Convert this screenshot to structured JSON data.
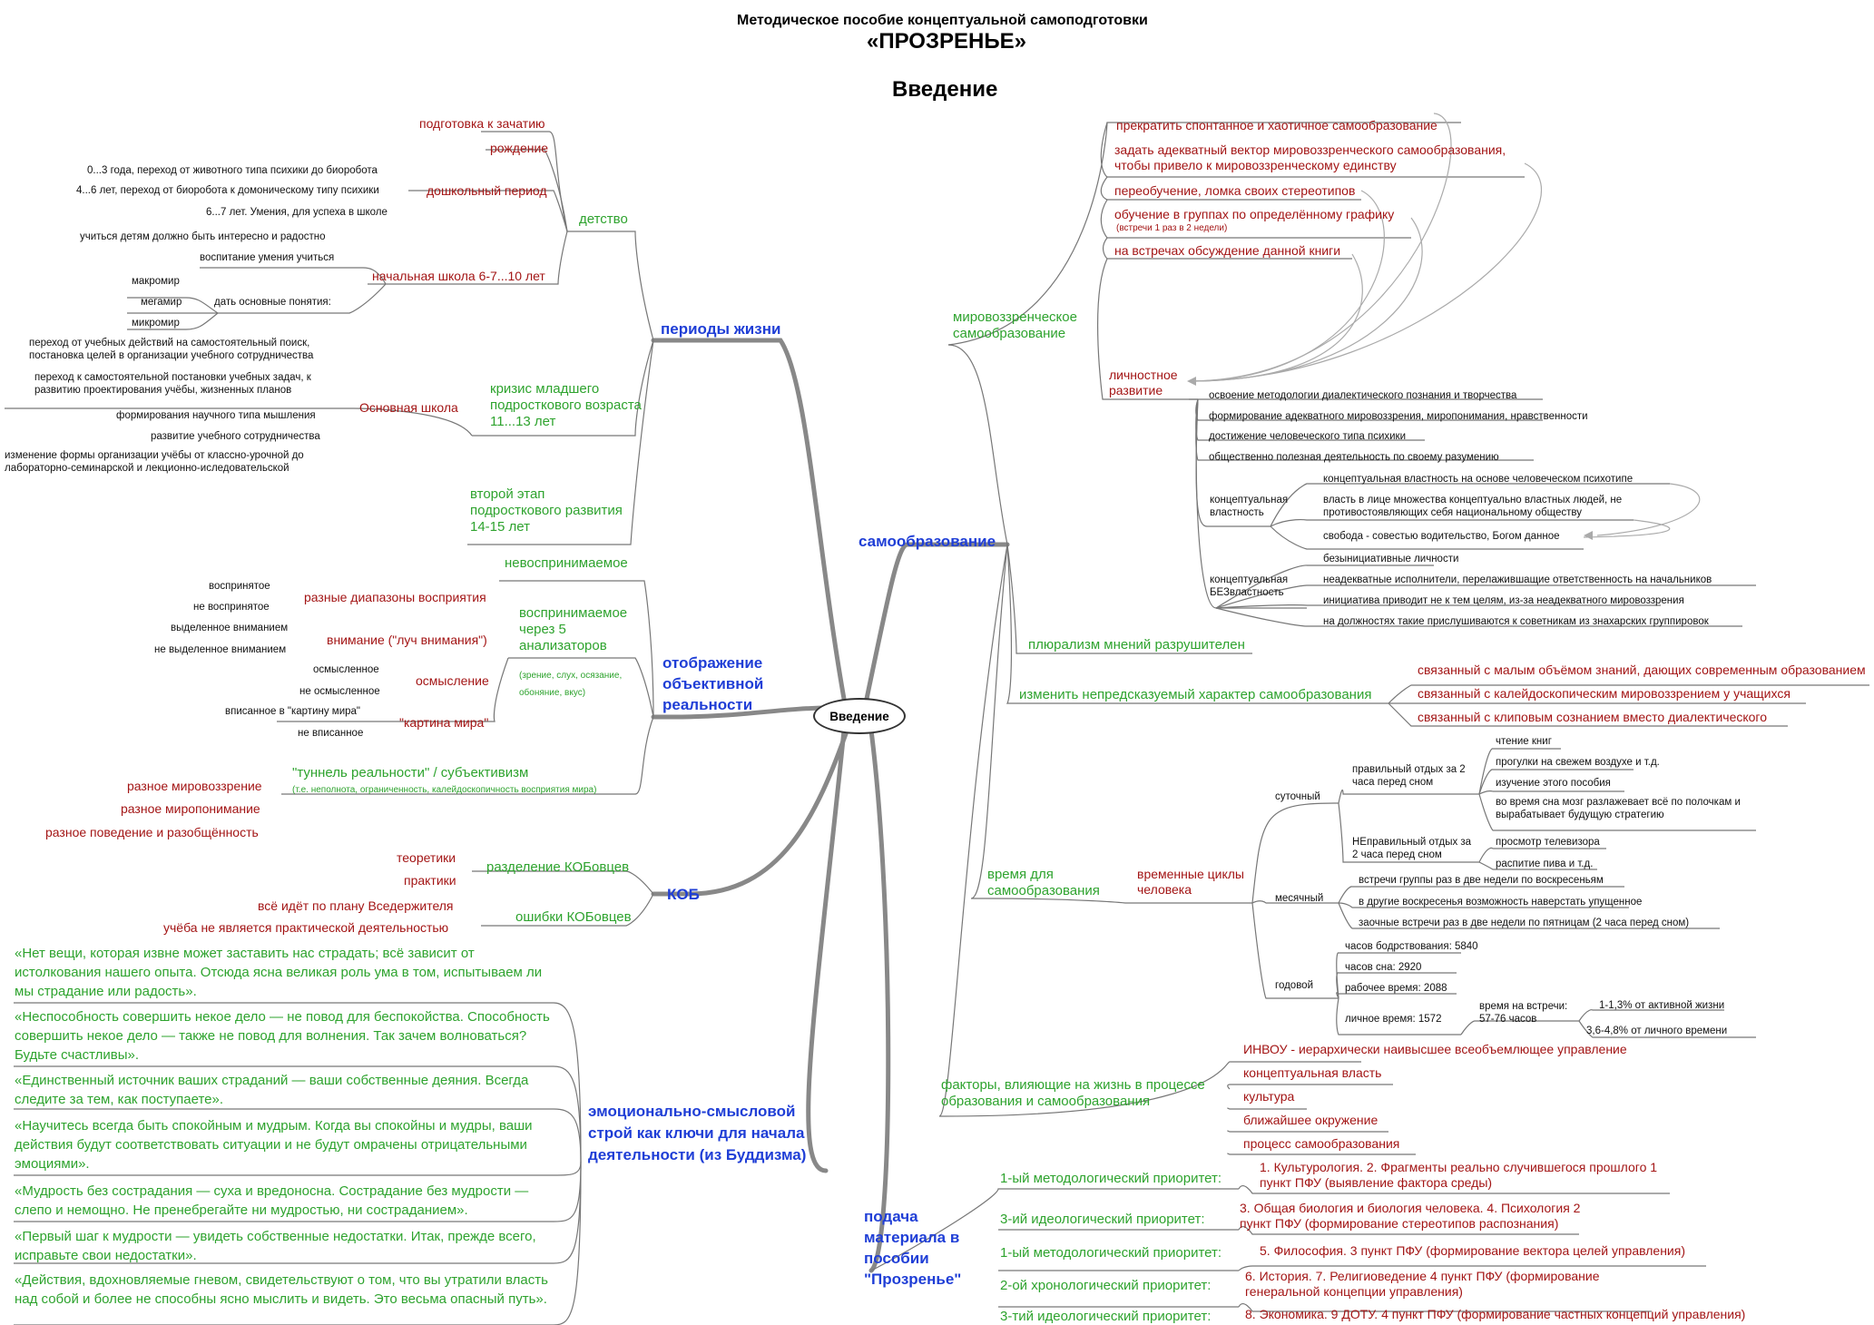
{
  "header": {
    "subtitle": "Методическое пособие концептуальной самоподготовки",
    "brand": "«ПРОЗРЕНЬЕ»",
    "section": "Введение"
  },
  "center": "Введение",
  "left": {
    "periods": {
      "label": "периоды жизни",
      "childhood": {
        "label": "детство",
        "conception": "подготовка к зачатию",
        "birth": "рождение",
        "preschool": {
          "label": "дошкольный период",
          "items": [
            "0...3 года, переход от животного  типа психики до биоробота",
            "4...6 лет, переход от биоробота к домоническому типу психики",
            "6...7 лет. Умения, для успеха в школе"
          ]
        },
        "primary": {
          "label": "начальная школа 6-7...10 лет",
          "items": [
            "учиться детям должно быть интересно и радостно",
            "воспитание умения учиться"
          ],
          "concepts": {
            "label": "дать основные понятия:",
            "items": [
              "макромир",
              "мегамир",
              "микромир"
            ]
          }
        }
      },
      "crisis": {
        "label": "кризис младшего подросткового возраста 11...13 лет",
        "school": {
          "label": "Основная школа",
          "items": [
            "переход от учебных действий на самостоятельный поиск, постановка целей в организации учебного сотрудничества",
            "переход к самостоятельной постановки учебных задач, к развитию проектирования учёбы, жизненных планов",
            "формирования научного типа мышления",
            "развитие учебного сотрудничества",
            "изменение формы организации учёбы от классно-урочной до лабораторно-семинарской и лекционно-иследовательской"
          ]
        }
      },
      "second": "второй этап подросткового развития 14-15 лет"
    },
    "reflection": {
      "label": "отображение объективной реальности",
      "imperceptible": "невоспринимаемое",
      "perceptible": "воспринимаемое через 5 анализаторов",
      "perceptible_note": "(зрение, слух, осязание, обоняние, вкус)",
      "ranges": {
        "label": "разные диапазоны восприятия",
        "items": [
          "воспринятое",
          "не воспринятое"
        ]
      },
      "attention": {
        "label": "внимание (\"луч внимания\")",
        "items": [
          "выделенное вниманием",
          "не выделенное вниманием"
        ]
      },
      "meaning": {
        "label": "осмысление",
        "items": [
          "осмысленное",
          "не осмысленное"
        ]
      },
      "picture": {
        "label": "\"картина мира\"",
        "items": [
          "вписанное в \"картину мира\"",
          "не вписанное"
        ]
      },
      "tunnel": "\"туннель реальности\" / субъективизм",
      "tunnel_note": "(т.е. неполнота, ограниченность, калейдоскопичность восприятия мира)",
      "outcomes": [
        "разное мировоззрение",
        "разное миропонимание",
        "разное поведение и разобщённость"
      ]
    },
    "kob": {
      "label": "КОБ",
      "division": {
        "label": "разделение КОБовцев",
        "items": [
          "теоретики",
          "практики"
        ]
      },
      "errors": {
        "label": "ошибки КОБовцев",
        "items": [
          "всё идёт по плану Вседержителя",
          "учёба не является практической деятельностью"
        ]
      }
    },
    "buddhism": {
      "label": "эмоционально-смысловой строй как ключи для начала деятельности (из Буддизма)",
      "quotes": [
        "«Нет вещи, которая извне может заставить нас страдать; всё зависит от истолкования нашего опыта. Отсюда ясна великая роль ума в том, испытываем ли мы страдание или радость».",
        "«Неспособность совершить некое дело — не повод для беспокойства. Способность совершить некое дело — также не повод для волнения. Так зачем волноваться? Будьте счастливы».",
        "«Единственный источник ваших страданий — ваши собственные деяния. Всегда следите за тем, как поступаете».",
        "«Научитесь всегда быть спокойным и мудрым. Когда вы спокойны и мудры, ваши действия будут соответствовать ситуации и не будут омрачены отрицательными эмоциями».",
        "«Мудрость без сострадания — суха и вредоносна. Сострадание без мудрости — слепо и немощно. Не пренебрегайте ни мудростью, ни состраданием».",
        "«Первый шаг к мудрости — увидеть собственные недостатки. Итак, прежде всего, исправьте свои недостатки».",
        "«Действия, вдохновляемые гневом, свидетельствуют о том, что вы утратили власть над собой и более не способны ясно мыслить и видеть. Это весьма опасный путь»."
      ]
    }
  },
  "right": {
    "self_education": {
      "label": "самообразование",
      "worldview": {
        "label": "мировоззренческое самообразование",
        "items": [
          "прекратить спонтанное и хаотичное самообразование",
          "задать адекватный вектор мировоззренческого самообразования, чтобы привело к мировоззренческому единству",
          "переобучение, ломка своих стереотипов",
          "обучение в группах по определённому графику",
          "на встречах обсуждение данной книги"
        ],
        "group_note": "(встречи 1 раз в 2 недели)",
        "personal": {
          "label": "личностное развитие",
          "items": [
            "освоение методологии диалектического познания и творчества",
            "формирование адекватного мировоззрения, миропонимания, нравственности",
            "достижение человеческого типа психики",
            "общественно полезная деятельность по своему разумению"
          ],
          "power": {
            "label": "концептуальная властность",
            "items": [
              "концептуальная властность на основе человеческом психотипе",
              "власть в лице множества концептуально властных людей, не противостоявляющих себя национальному обществу",
              "свобода - совестью водительство, Богом данное"
            ]
          },
          "powerless": {
            "label": "концептуальная БЕЗвластность",
            "items": [
              "безынициативные личности",
              "неадекватные исполнители, перелажившащие ответственность на начальников",
              "инициатива приводит не к тем целям, из-за неадекватного мировоззрения",
              "на должностях такие прислушиваются к советникам из знахарских группировок"
            ]
          }
        }
      },
      "pluralism": "плюрализм мнений разрушителен",
      "change": {
        "label": "изменить непредсказуемый характер самообразования",
        "items": [
          "связанный с малым объёмом знаний, дающих современным образованием",
          "связанный с калейдоскопическим мировоззрением у учащихся",
          "связанный с клиповым сознанием вместо диалектического"
        ]
      },
      "time": {
        "label": "время для самообразования",
        "cycles": {
          "label": "временные циклы человека",
          "daily": {
            "label": "суточный",
            "right": {
              "label": "правильный отдых за 2 часа перед сном",
              "items": [
                "чтение книг",
                "прогулки на свежем воздухе и т.д.",
                "изучение этого пособия",
                "во время сна мозг разлажевает всё по полочкам и вырабатывает будущую стратегию"
              ]
            },
            "wrong": {
              "label": "НЕправильный отдых за 2 часа перед сном",
              "items": [
                "просмотр телевизора",
                "распитие пива и т.д."
              ]
            }
          },
          "monthly": {
            "label": "месячный",
            "items": [
              "встречи группы раз в две недели по воскресеньям",
              "в другие воскресенья возможность наверстать упущенное",
              "заочные встречи раз в две недели по пятницам (2 часа перед сном)"
            ]
          },
          "yearly": {
            "label": "годовой",
            "items": [
              "часов бодрствования: 5840",
              "часов сна: 2920",
              "рабочее время: 2088",
              "личное время: 1572"
            ],
            "meeting": {
              "label": "время на встречи: 57-76 часов",
              "items": [
                "1-1,3% от активной жизни",
                "3,6-4,8% от личного времени"
              ]
            }
          }
        }
      },
      "factors": {
        "label": "факторы, влияющие на жизнь в процессе образования и самообразования",
        "items": [
          "ИНВОУ - иерархически наивысшее всеобъемлющее управление",
          "концептуальная власть",
          "культура",
          "ближайшее окружение",
          "процесс самообразования"
        ]
      }
    },
    "material": {
      "label": "подача материала в пособии \"Прозренье\"",
      "priorities": [
        {
          "label": "1-ый методологический приоритет:",
          "value": "1. Культурология. 2. Фрагменты реально случившегося прошлого 1 пункт ПФУ (выявление фактора среды)"
        },
        {
          "label": "3-ий идеологический приоритет:",
          "value": "3. Общая биология и биология человека. 4. Психология 2 пункт ПФУ (формирование стереотипов распознания)"
        },
        {
          "label": "1-ый методологический приоритет:",
          "value": "5. Философия. 3 пункт ПФУ (формирование вектора целей управления)"
        },
        {
          "label": "2-ой хронологический приоритет:",
          "value": "6. История. 7. Религиоведение 4 пункт ПФУ (формирование генеральной концепции управления)"
        },
        {
          "label": "3-тий идеологический приоритет:",
          "value": "8. Экономика. 9 ДОТУ. 4 пункт ПФУ (формирование частных концепций управления)"
        }
      ]
    }
  }
}
